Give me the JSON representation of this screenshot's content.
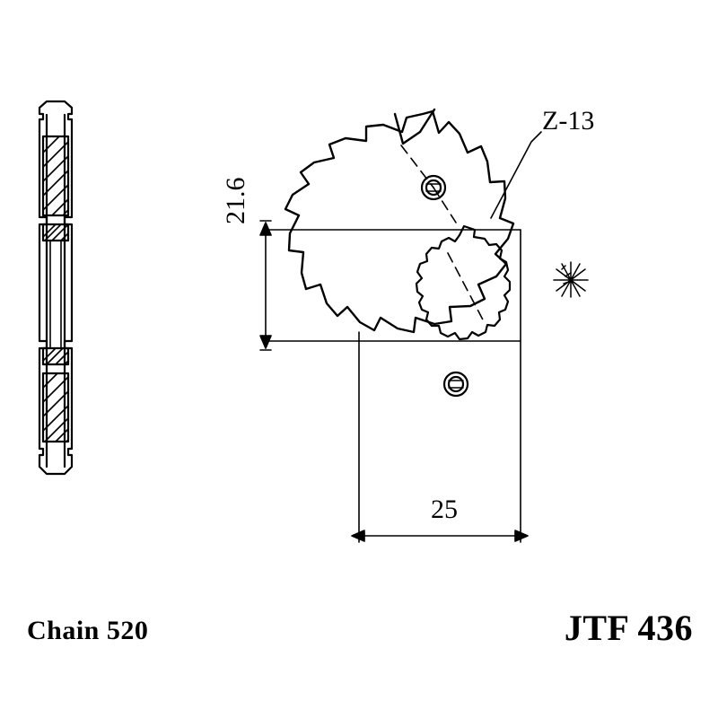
{
  "drawing": {
    "title": "front sprocket technical drawing",
    "part_number": "JTF 436",
    "chain_label": "Chain 520",
    "dimensions": {
      "bore_vertical": "21.6",
      "bolt_spacing": "25",
      "teeth_callout": "Z-13"
    },
    "views": {
      "side_profile": "side-profile-view",
      "face": "sprocket-face-view"
    },
    "colors": {
      "line": "#000000",
      "background": "#ffffff"
    }
  }
}
